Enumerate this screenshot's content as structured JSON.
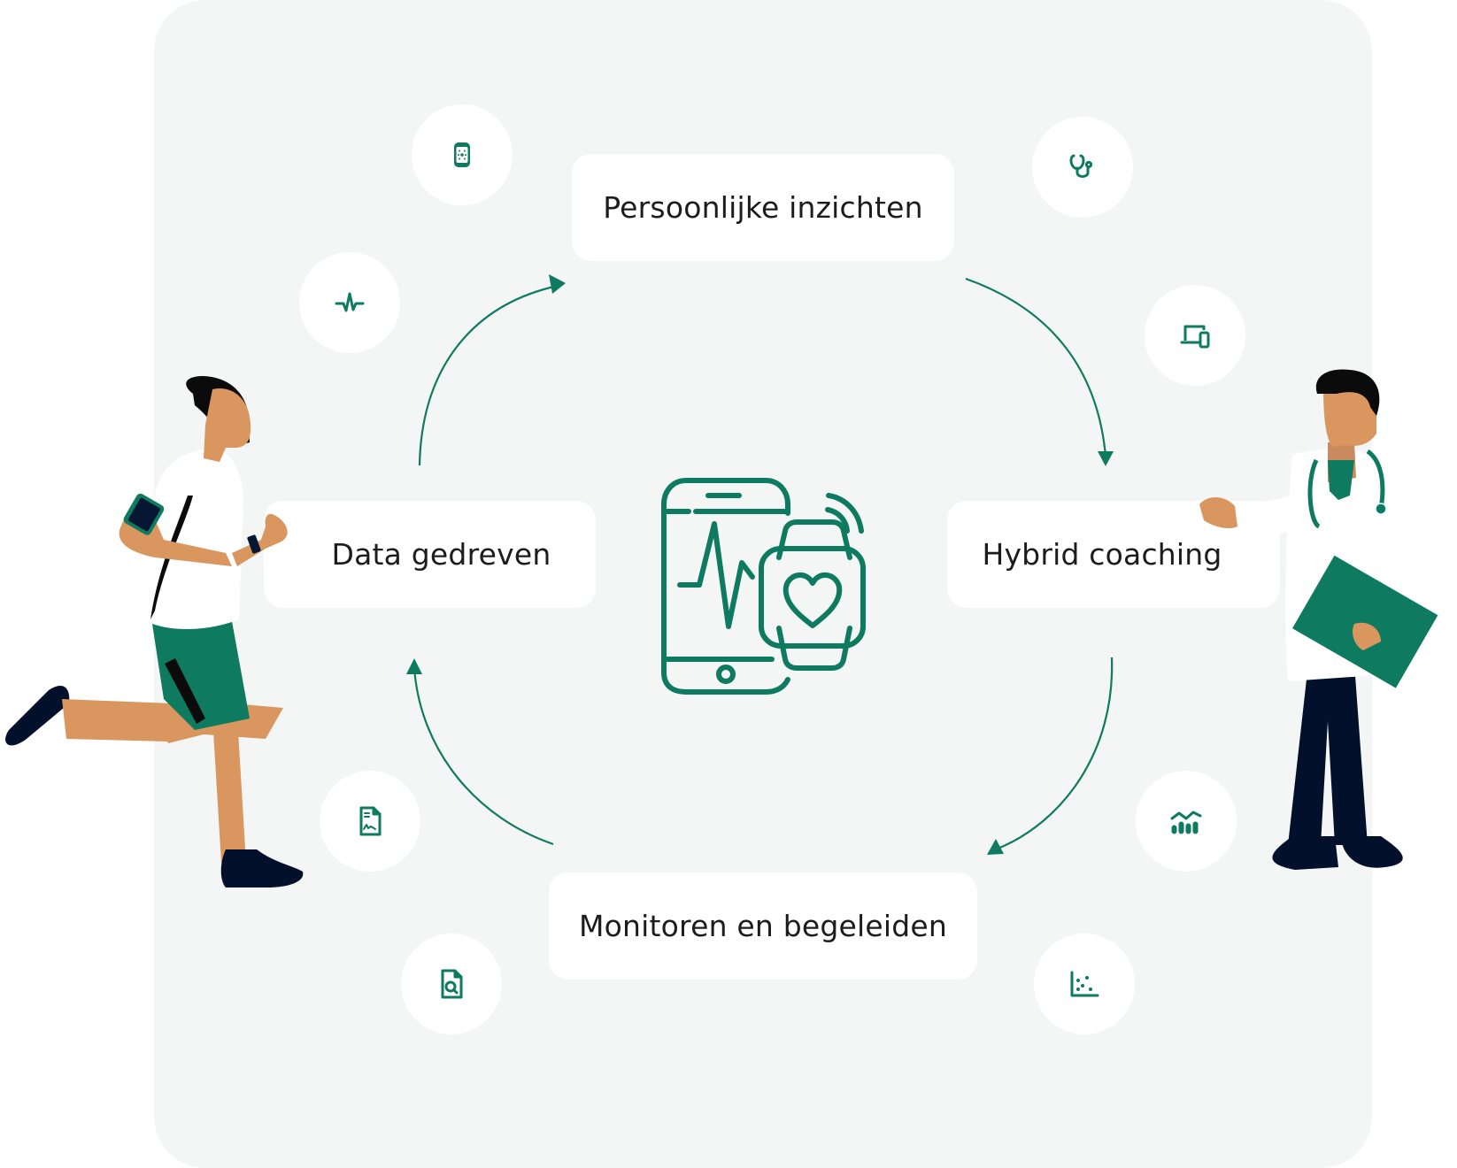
{
  "diagram": {
    "type": "cycle",
    "accent_color": "#0e7a5f",
    "background_color": "#f4f6f5",
    "center_icon": "smartphone-and-smartwatch-heart-icon",
    "steps": [
      {
        "id": "top",
        "label": "Persoonlijke inzichten"
      },
      {
        "id": "right",
        "label": "Hybrid coaching"
      },
      {
        "id": "bottom",
        "label": "Monitoren en begeleiden"
      },
      {
        "id": "left",
        "label": "Data gedreven"
      }
    ],
    "flow": [
      "Data gedreven",
      "Persoonlijke inzichten",
      "Hybrid coaching",
      "Monitoren en begeleiden",
      "Data gedreven"
    ],
    "icons": [
      {
        "name": "smartwatch-icon"
      },
      {
        "name": "stethoscope-icon"
      },
      {
        "name": "heartbeat-pulse-icon"
      },
      {
        "name": "laptop-phone-devices-icon"
      },
      {
        "name": "document-chart-icon"
      },
      {
        "name": "trend-bar-chart-icon"
      },
      {
        "name": "document-search-icon"
      },
      {
        "name": "scatter-plot-icon"
      }
    ],
    "illustrations": [
      {
        "name": "runner-illustration",
        "side": "left"
      },
      {
        "name": "doctor-illustration",
        "side": "right"
      }
    ]
  }
}
